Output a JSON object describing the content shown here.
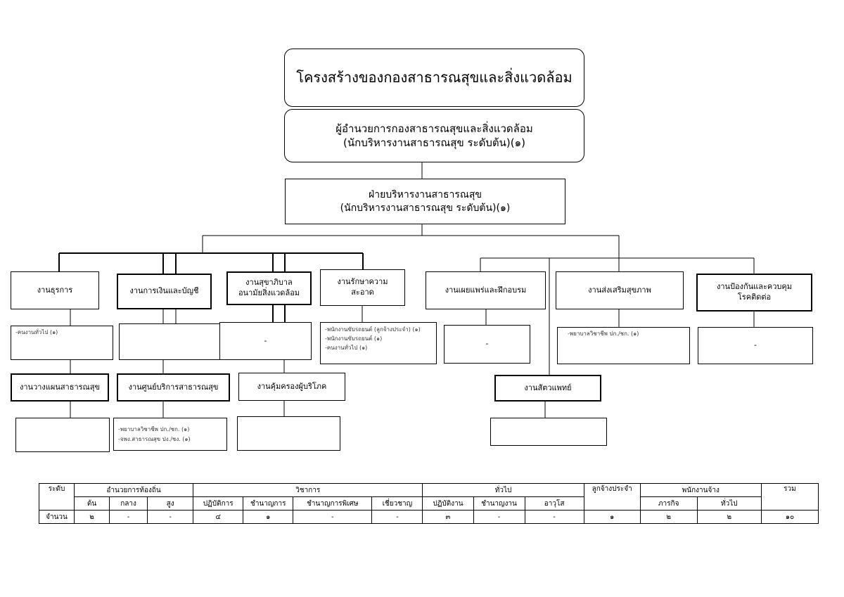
{
  "title": "โครงสร้างของกองสาธารณสุขและสิ่งแวดล้อม",
  "director": {
    "line1": "ผู้อำนวยการกองสาธารณสุขและสิ่งแวดล้อม",
    "line2": "(นักบริหารงานสาธารณสุข ระดับต้น)(๑)"
  },
  "division": {
    "line1": "ฝ่ายบริหารงานสาธารณสุข",
    "line2": "(นักบริหารงานสาธารณสุข ระดับต้น)(๑)"
  },
  "units": {
    "admin": "งานธุรการ",
    "finance": "งานการเงินและบัญชี",
    "sanitation_1": "งานสุขาภิบาล",
    "sanitation_2": "อนามัยสิ่งแวดล้อม",
    "cleaning_1": "งานรักษาความ",
    "cleaning_2": "สะอาด",
    "training": "งานเผยแพร่และฝึกอบรม",
    "promotion": "งานส่งเสริมสุขภาพ",
    "disease_1": "งานป้องกันและควบคุม",
    "disease_2": "โรคติดต่อ",
    "planning": "งานวางแผนสาธารณสุข",
    "service_center": "งานศูนย์บริการสาธารณสุข",
    "consumer": "งานคุ้มครองผู้บริโภค",
    "veterinary": "งานสัตวแพทย์"
  },
  "staff": {
    "admin": "-คนงานทั่วไป (๑)",
    "sanitation": "-",
    "cleaning_1": "-พนักงานขับรถยนต์ (ลูกจ้างประจำ) (๑)",
    "cleaning_2": "-พนักงานขับรถยนต์ (๑)",
    "cleaning_3": "-คนงานทั่วไป (๑)",
    "training": "-",
    "promotion": "-พยาบาลวิชาชีพ ปก./ชก. (๑)",
    "disease": "-",
    "service_1": "-พยาบาลวิชาชีพ ปก./ชก. (๑)",
    "service_2": "-จพง.สาธารณสุข ปง./ชง. (๑)"
  },
  "table": {
    "level_label": "ระดับ",
    "count_label": "จำนวน",
    "groups": [
      "อำนวยการท้องถิ่น",
      "วิชาการ",
      "ทั่วไป",
      "ลูกจ้างประจำ",
      "พนักงานจ้าง",
      "รวม"
    ],
    "subs": [
      "ต้น",
      "กลาง",
      "สูง",
      "ปฏิบัติการ",
      "ชำนาญการ",
      "ชำนาญการพิเศษ",
      "เชี่ยวชาญ",
      "ปฏิบัติงาน",
      "ชำนาญงาน",
      "อาวุโส",
      "ภารกิจ",
      "ทั่วไป"
    ],
    "counts": [
      "๒",
      "-",
      "-",
      "๔",
      "๑",
      "-",
      "-",
      "๓",
      "-",
      "-",
      "๑",
      "๒",
      "๒",
      "๑๐"
    ]
  }
}
